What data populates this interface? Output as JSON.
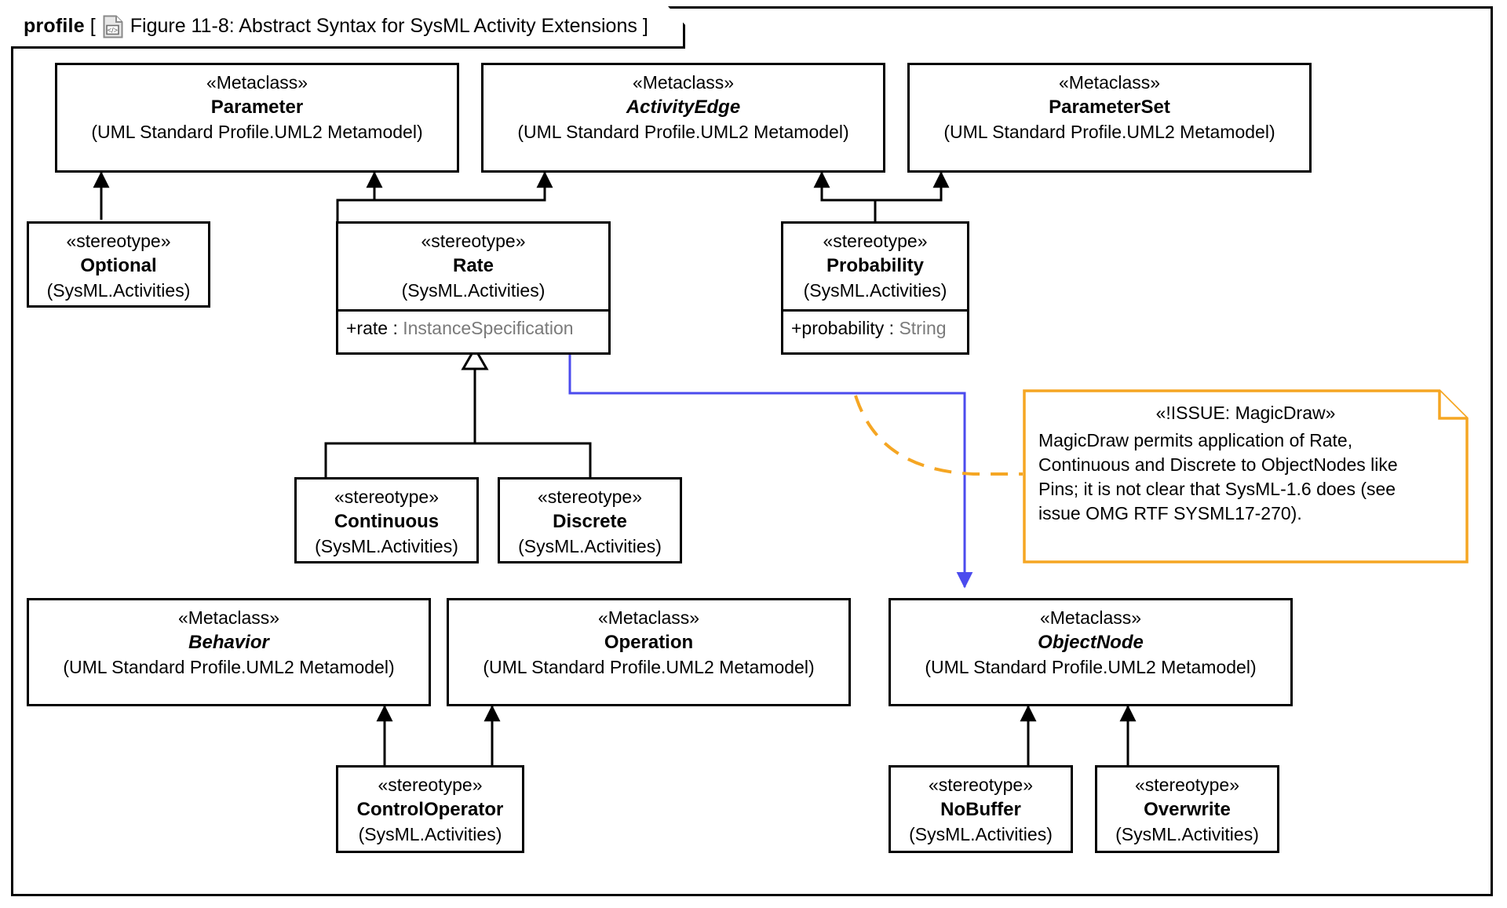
{
  "frame": {
    "kind": "profile",
    "bracket_open": "[",
    "bracket_close": "]",
    "icon": "diagram-document-icon",
    "title": "Figure 11-8: Abstract Syntax for SysML Activity Extensions"
  },
  "colors": {
    "stroke": "#000000",
    "note_border": "#F5A623",
    "note_connector": "#F5A623",
    "extension_blue": "#4B4BEE",
    "type_gray": "#7A7A7A",
    "background": "#FFFFFF"
  },
  "nodes": {
    "parameter": {
      "keyword": "«Metaclass»",
      "name": "Parameter",
      "qualifier": "(UML Standard Profile.UML2 Metamodel)",
      "abstract": false
    },
    "activityedge": {
      "keyword": "«Metaclass»",
      "name": "ActivityEdge",
      "qualifier": "(UML Standard Profile.UML2 Metamodel)",
      "abstract": true
    },
    "parameterset": {
      "keyword": "«Metaclass»",
      "name": "ParameterSet",
      "qualifier": "(UML Standard Profile.UML2 Metamodel)",
      "abstract": false
    },
    "optional": {
      "keyword": "«stereotype»",
      "name": "Optional",
      "qualifier": "(SysML.Activities)",
      "abstract": false
    },
    "rate": {
      "keyword": "«stereotype»",
      "name": "Rate",
      "qualifier": "(SysML.Activities)",
      "abstract": false,
      "attribute": {
        "visibility_and_name": "+rate : ",
        "type": "InstanceSpecification"
      }
    },
    "probability": {
      "keyword": "«stereotype»",
      "name": "Probability",
      "qualifier": "(SysML.Activities)",
      "abstract": false,
      "attribute": {
        "visibility_and_name": "+probability : ",
        "type": "String"
      }
    },
    "continuous": {
      "keyword": "«stereotype»",
      "name": "Continuous",
      "qualifier": "(SysML.Activities)",
      "abstract": false
    },
    "discrete": {
      "keyword": "«stereotype»",
      "name": "Discrete",
      "qualifier": "(SysML.Activities)",
      "abstract": false
    },
    "behavior": {
      "keyword": "«Metaclass»",
      "name": "Behavior",
      "qualifier": "(UML Standard Profile.UML2 Metamodel)",
      "abstract": true
    },
    "operation": {
      "keyword": "«Metaclass»",
      "name": "Operation",
      "qualifier": "(UML Standard Profile.UML2 Metamodel)",
      "abstract": false
    },
    "objectnode": {
      "keyword": "«Metaclass»",
      "name": "ObjectNode",
      "qualifier": "(UML Standard Profile.UML2 Metamodel)",
      "abstract": true
    },
    "controloperator": {
      "keyword": "«stereotype»",
      "name": "ControlOperator",
      "qualifier": "(SysML.Activities)",
      "abstract": false
    },
    "nobuffer": {
      "keyword": "«stereotype»",
      "name": "NoBuffer",
      "qualifier": "(SysML.Activities)",
      "abstract": false
    },
    "overwrite": {
      "keyword": "«stereotype»",
      "name": "Overwrite",
      "qualifier": "(SysML.Activities)",
      "abstract": false
    }
  },
  "note": {
    "stereotype": "«!ISSUE: MagicDraw»",
    "line1": "MagicDraw permits application of Rate,",
    "line2": "Continuous and Discrete to ObjectNodes like",
    "line3": "Pins; it is not clear that SysML-1.6 does (see",
    "line4": "issue OMG RTF SYSML17-270)."
  }
}
